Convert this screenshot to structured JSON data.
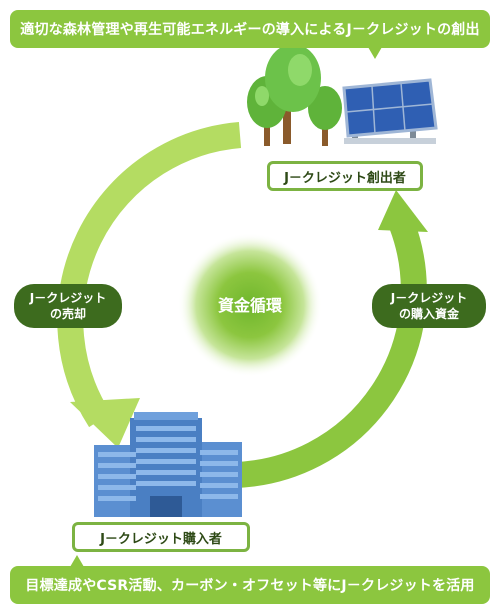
{
  "top_banner": {
    "text": "適切な森林管理や再生可能エネルギーの導入によるJ－クレジットの創出"
  },
  "bottom_banner": {
    "text": "目標達成やCSR活動、カーボン・オフセット等にJ－クレジットを活用"
  },
  "creator_label": "J－クレジット創出者",
  "buyer_label": "J－クレジット購入者",
  "sell_label": {
    "line1": "J－クレジット",
    "line2": "の売却"
  },
  "fund_label": {
    "line1": "J－クレジット",
    "line2": "の購入資金"
  },
  "center_label": "資金循環",
  "colors": {
    "green": "#8cc63f",
    "dark_green": "#3d6b1e",
    "building_blue": "#5b8fd1",
    "panel_blue": "#2f5fb3"
  },
  "icons": [
    "trees-icon",
    "solar-panel-icon",
    "building-icon"
  ]
}
